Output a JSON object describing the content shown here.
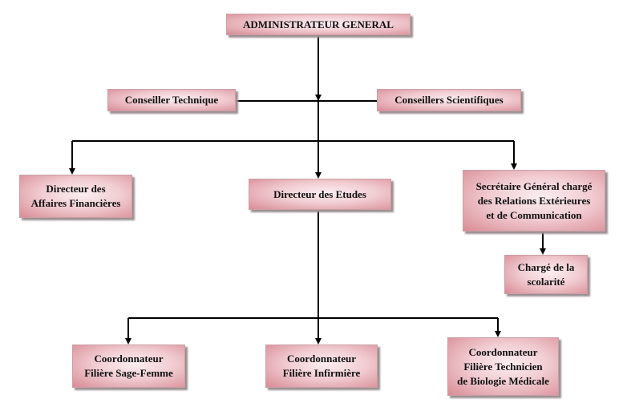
{
  "nodes": {
    "admin": "ADMINISTRATEUR GENERAL",
    "conseiller_technique": "Conseiller Technique",
    "conseillers_scientifiques": "Conseillers Scientifiques",
    "directeur_financier": "Directeur des\nAffaires Financières",
    "directeur_etudes": "Directeur des Etudes",
    "secretaire_general": "Secrétaire Général chargé\ndes Relations Extérieures\net de Communication",
    "charge_scolarite": "Chargé de la\nscolarité",
    "coord_sage_femme": "Coordonnateur\nFilière Sage-Femme",
    "coord_infirmiere": "Coordonnateur\nFilière Infirmière",
    "coord_biologie": "Coordonnateur\nFilière Technicien\nde Biologie Médicale"
  }
}
